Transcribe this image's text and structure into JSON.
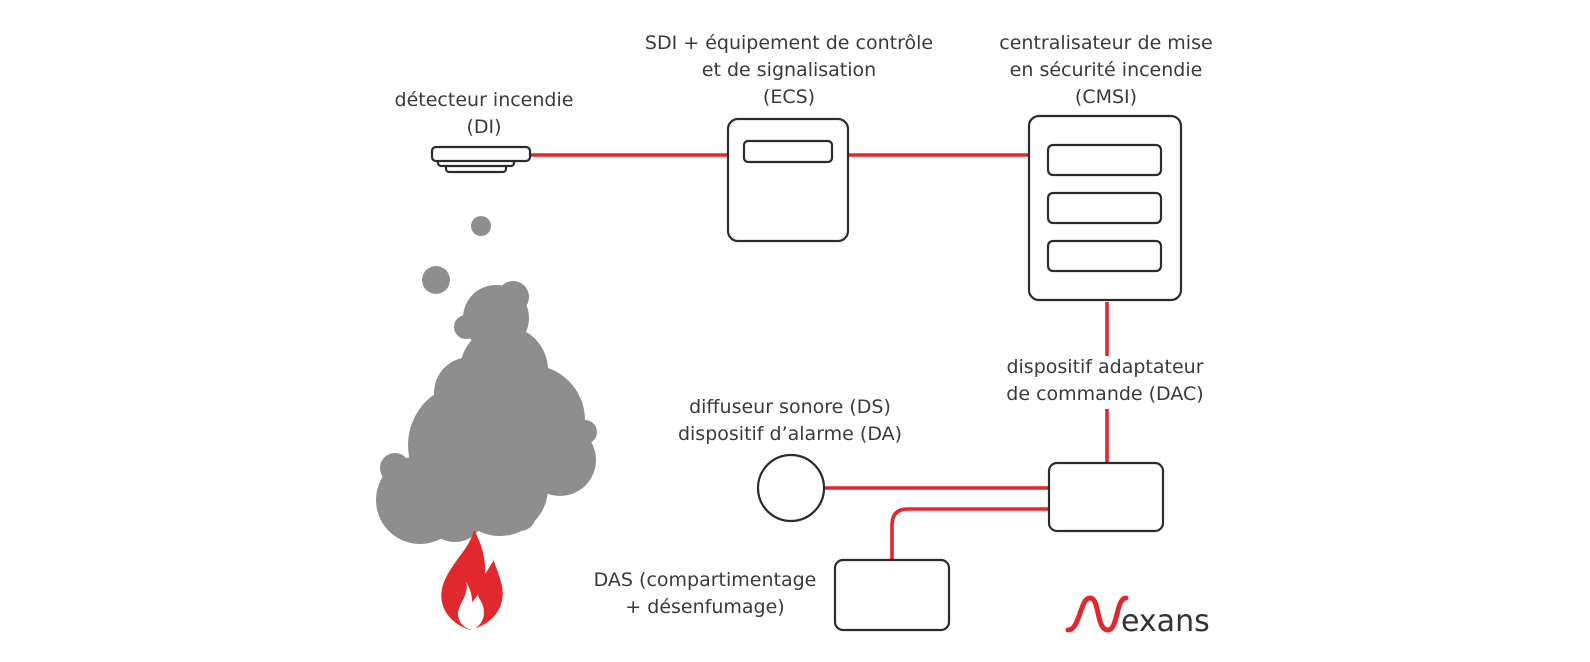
{
  "colors": {
    "wire": "#e0282d",
    "outline": "#2b2b2b",
    "smoke": "#8e8e8e",
    "flame": "#e0282d",
    "text": "#3a3a3a",
    "brand_text": "#333333"
  },
  "components": {
    "detector": {
      "lines": [
        "détecteur incendie",
        "(DI)"
      ]
    },
    "ecs": {
      "lines": [
        "SDI + équipement de contrôle",
        "et de signalisation",
        "(ECS)"
      ]
    },
    "cmsi": {
      "lines": [
        "centralisateur de mise",
        "en sécurité incendie",
        "(CMSI)"
      ]
    },
    "dac": {
      "lines": [
        "dispositif adaptateur",
        "de commande (DAC)"
      ]
    },
    "ds_da": {
      "lines": [
        "diffuseur sonore (DS)",
        "dispositif d’alarme (DA)"
      ]
    },
    "das": {
      "lines": [
        "DAS (compartimentage",
        "+ désenfumage)"
      ]
    }
  },
  "logo": {
    "text": "exans",
    "icon": "nexans-wave-n-icon"
  },
  "icons": {
    "smoke": "smoke-cloud-icon",
    "flame": "flame-icon"
  }
}
